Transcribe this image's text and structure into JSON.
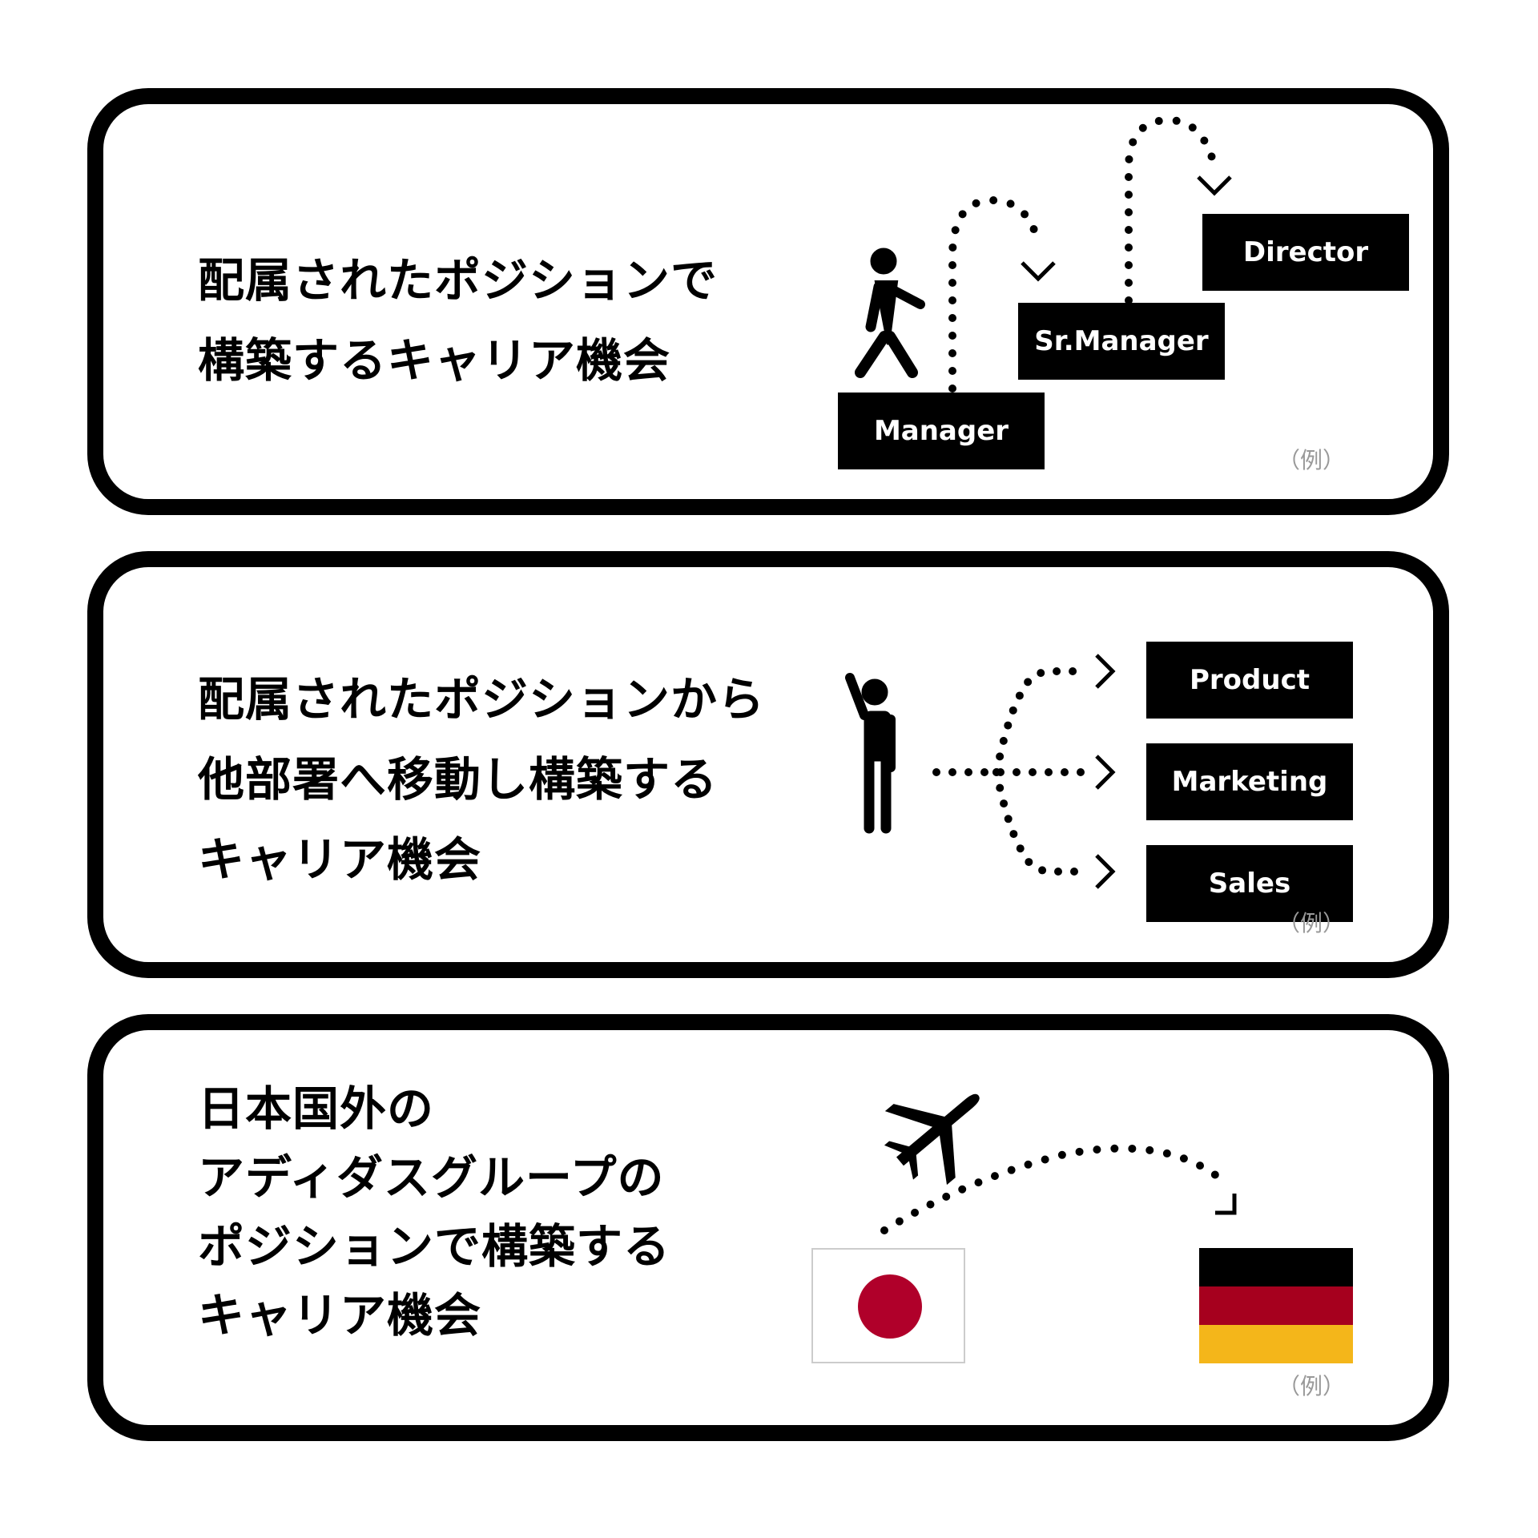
{
  "cards": [
    {
      "title_lines": [
        "配属されたポジションで",
        "構築するキャリア機会"
      ],
      "labels": [
        "Manager",
        "Sr.Manager",
        "Director"
      ],
      "example": "（例）"
    },
    {
      "title_lines": [
        "配属されたポジションから",
        "他部署へ移動し構築する",
        "キャリア機会"
      ],
      "labels": [
        "Product",
        "Marketing",
        "Sales"
      ],
      "example": "（例）"
    },
    {
      "title_lines": [
        "日本国外の",
        "アディダスグループの",
        "ポジションで構築する",
        "キャリア機会"
      ],
      "example": "（例）"
    }
  ],
  "icons": [
    "walking-person-icon",
    "raised-hand-person-icon",
    "airplane-icon",
    "japan-flag-icon",
    "germany-flag-icon"
  ],
  "colors": {
    "frame": "#000000",
    "japan_red": "#B0002A",
    "germany_black": "#000000",
    "germany_red": "#A6001E",
    "germany_gold": "#F4B61A",
    "example_text": "#999999"
  }
}
